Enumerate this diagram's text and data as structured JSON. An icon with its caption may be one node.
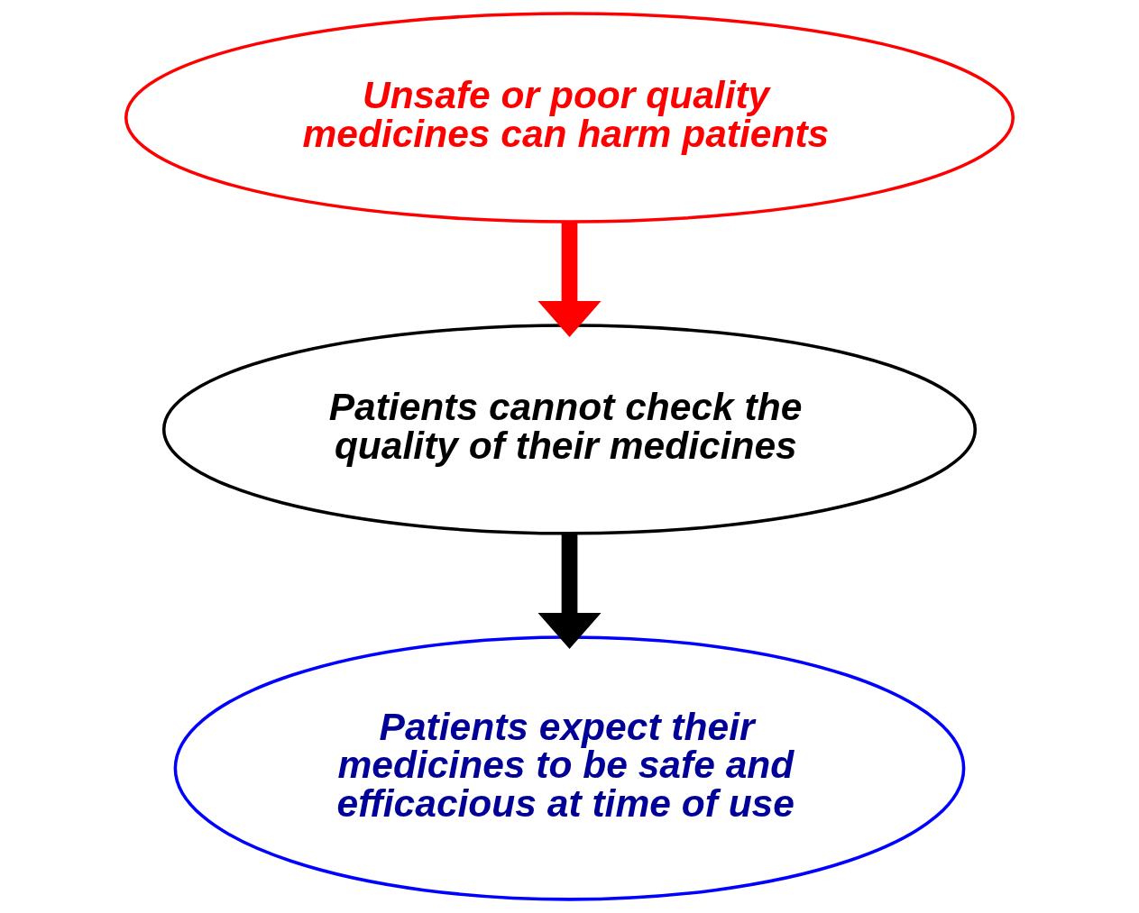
{
  "diagram": {
    "nodes": [
      {
        "text": [
          "Unsafe or poor quality medicines can harm patients"
        ]
      },
      {
        "text": [
          "Patients cannot check the quality of their medicines"
        ]
      },
      {
        "text": [
          "Patients expect their medicines to be safe and efficacious at time of use"
        ]
      }
    ],
    "edges": [
      {
        "from": 0,
        "to": 1,
        "arrow": "to",
        "color": "#ff0000"
      },
      {
        "from": 1,
        "to": 2,
        "arrow": "to",
        "color": "#000000"
      }
    ]
  }
}
